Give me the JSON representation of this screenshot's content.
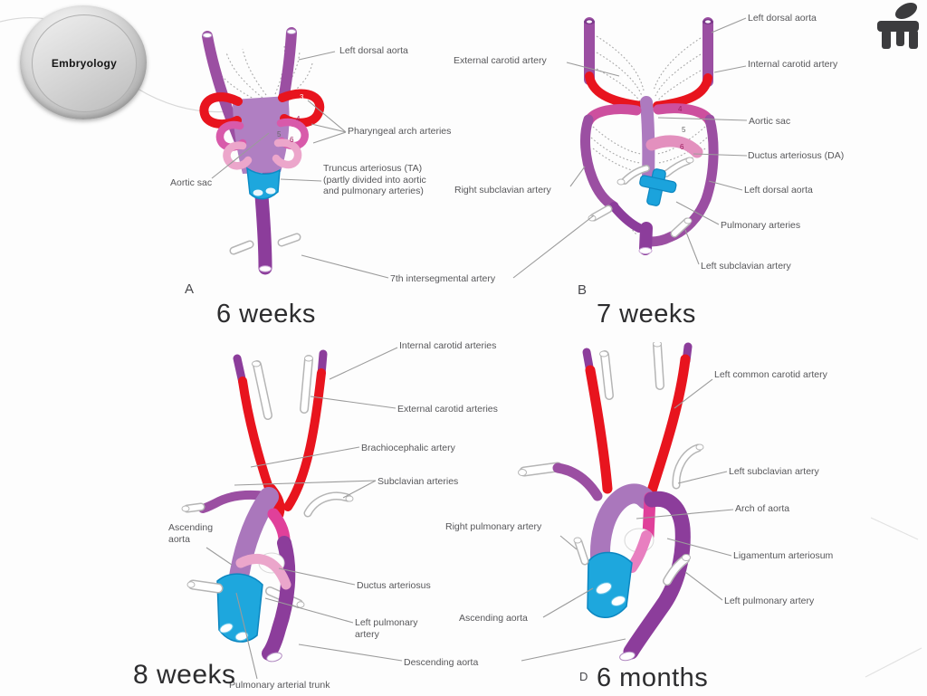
{
  "badge": {
    "label": "Embryology"
  },
  "icons": {
    "corner_logo": "abstract-table-figure-logo"
  },
  "colors": {
    "red": "#e8141e",
    "purple": "#9b4fa2",
    "dark_purple": "#8c3d9b",
    "light_purple": "#aa77bc",
    "sac_purple": "#ad7abf",
    "magenta": "#e0409a",
    "loop_magenta": "#cd4f9e",
    "pink": "#eba6cb",
    "blue": "#1ea7dd"
  },
  "panels": {
    "a": {
      "letter": "A",
      "caption": "6 weeks",
      "labels": {
        "left_dorsal_aorta": "Left dorsal aorta",
        "pharyngeal_arch_arteries": "Pharyngeal arch arteries",
        "truncus_arteriosus": "Truncus arteriosus (TA) (partly divided into aortic and pulmonary arteries)",
        "aortic_sac": "Aortic sac",
        "seventh_intersegmental": "7th intersegmental artery"
      },
      "arch_numbers": {
        "n3": "3",
        "n4": "4",
        "n5": "5",
        "n6": "6"
      }
    },
    "b": {
      "letter": "B",
      "caption": "7 weeks",
      "labels": {
        "external_carotid": "External carotid artery",
        "left_dorsal_aorta_top": "Left dorsal aorta",
        "internal_carotid": "Internal carotid artery",
        "aortic_sac": "Aortic sac",
        "ductus_arteriosus": "Ductus arteriosus (DA)",
        "left_dorsal_aorta": "Left dorsal aorta",
        "right_subclavian": "Right subclavian artery",
        "pulmonary_arteries": "Pulmonary arteries",
        "left_subclavian": "Left subclavian artery"
      },
      "arch_numbers": {
        "n4": "4",
        "n5": "5",
        "n6": "6"
      }
    },
    "c": {
      "caption": "8 weeks",
      "labels": {
        "internal_carotid": "Internal carotid arteries",
        "external_carotid": "External carotid arteries",
        "brachiocephalic": "Brachiocephalic artery",
        "subclavian": "Subclavian arteries",
        "ascending_aorta": "Ascending aorta",
        "ductus_arteriosus": "Ductus arteriosus",
        "left_pulmonary": "Left pulmonary artery",
        "pulmonary_trunk": "Pulmonary arterial trunk"
      }
    },
    "d": {
      "letter": "D",
      "caption": "6 months",
      "labels": {
        "left_common_carotid": "Left common carotid artery",
        "left_subclavian": "Left subclavian artery",
        "arch_of_aorta": "Arch of aorta",
        "right_pulmonary": "Right pulmonary artery",
        "ligamentum_arteriosum": "Ligamentum arteriosum",
        "left_pulmonary": "Left pulmonary artery",
        "ascending_aorta": "Ascending aorta",
        "descending_aorta": "Descending aorta"
      }
    }
  }
}
